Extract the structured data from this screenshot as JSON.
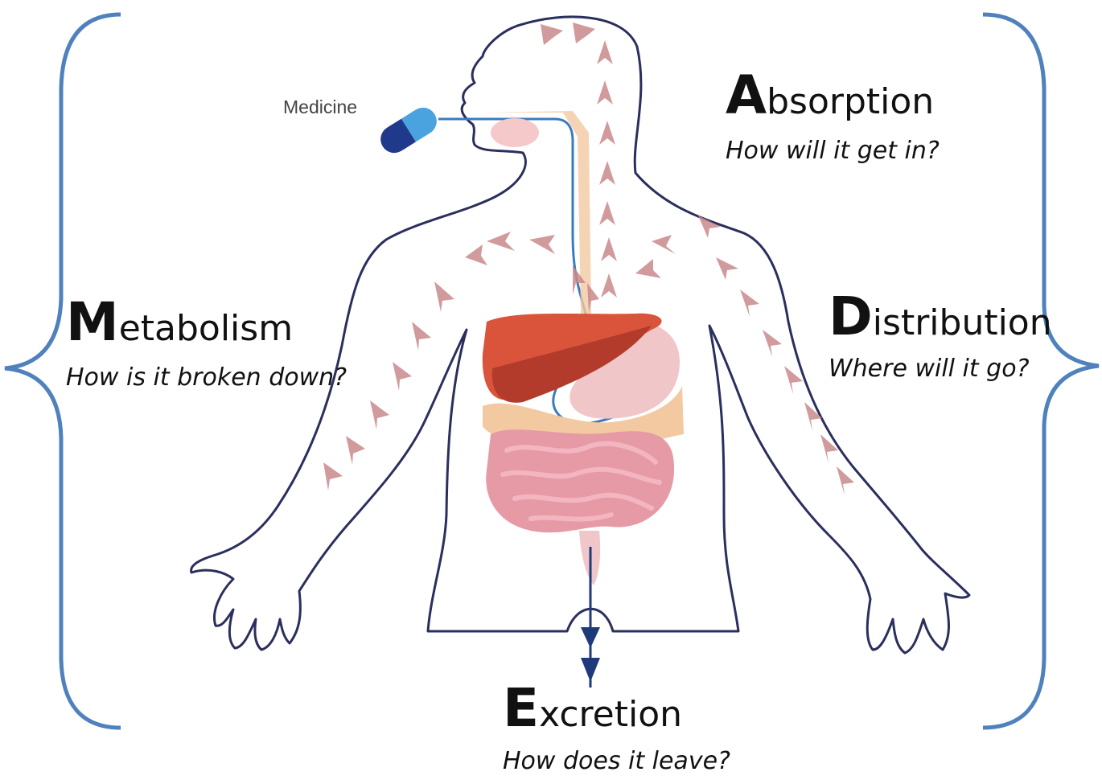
{
  "medicine_label": "Medicine",
  "stages": {
    "absorption": {
      "initial": "A",
      "rest": "bsorption",
      "question": "How will it get in?"
    },
    "distribution": {
      "initial": "D",
      "rest": "istribution",
      "question": "Where will it go?"
    },
    "metabolism": {
      "initial": "M",
      "rest": "etabolism",
      "question": "How is it broken down?"
    },
    "excretion": {
      "initial": "E",
      "rest": "xcretion",
      "question": "How does it leave?"
    }
  },
  "colors": {
    "brace": "#4f81bd",
    "body_outline": "#2a2f5e",
    "flow_arrow": "#c98a8c",
    "liver": "#d9543a",
    "liver_dark": "#b23b2c",
    "stomach": "#f1c6c8",
    "intestine": "#e69aa6",
    "fat_band": "#f3c9a2",
    "drug_line": "#3b7bbf",
    "pill_light": "#4aa3df",
    "pill_dark": "#1f3a8a",
    "excretion_arrow": "#1f3a7a"
  }
}
